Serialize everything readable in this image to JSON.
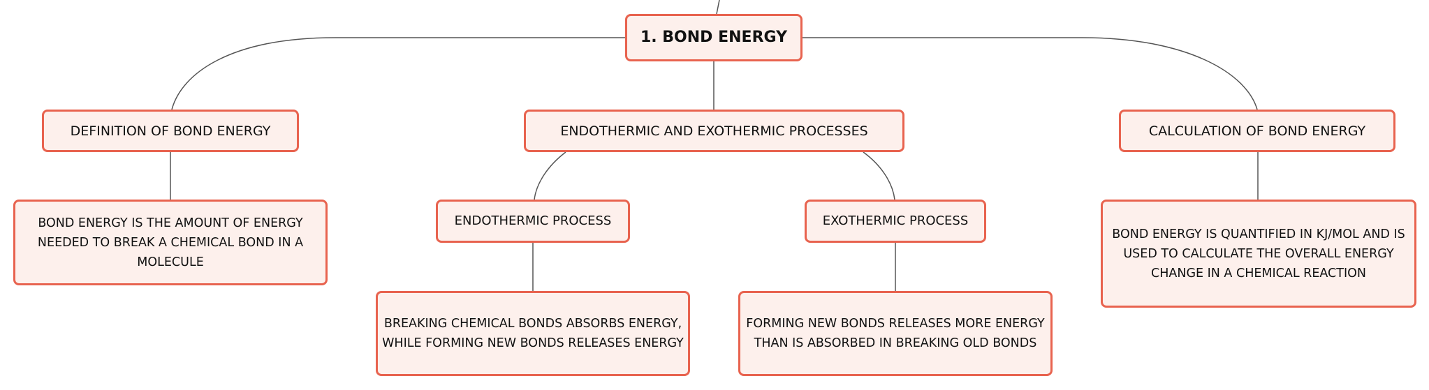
{
  "root": {
    "label": "1. BOND ENERGY"
  },
  "topics": {
    "definition": {
      "label": "DEFINITION OF BOND ENERGY",
      "detail": "BOND ENERGY IS THE AMOUNT OF ENERGY NEEDED TO BREAK A CHEMICAL BOND IN A MOLECULE"
    },
    "processes": {
      "label": "ENDOTHERMIC AND EXOTHERMIC PROCESSES",
      "endothermic": {
        "label": "ENDOTHERMIC PROCESS",
        "detail": "BREAKING CHEMICAL BONDS ABSORBS ENERGY, WHILE FORMING NEW BONDS RELEASES ENERGY"
      },
      "exothermic": {
        "label": "EXOTHERMIC PROCESS",
        "detail": "FORMING NEW BONDS RELEASES MORE ENERGY THAN IS ABSORBED IN BREAKING OLD BONDS"
      }
    },
    "calculation": {
      "label": "CALCULATION OF BOND ENERGY",
      "detail": "BOND ENERGY IS QUANTIFIED IN KJ/MOL AND IS USED TO CALCULATE THE OVERALL ENERGY CHANGE IN A CHEMICAL REACTION"
    }
  },
  "colors": {
    "node_border": "#e8634f",
    "node_fill": "#fdf0ec",
    "connector": "#555555",
    "text": "#111111"
  }
}
